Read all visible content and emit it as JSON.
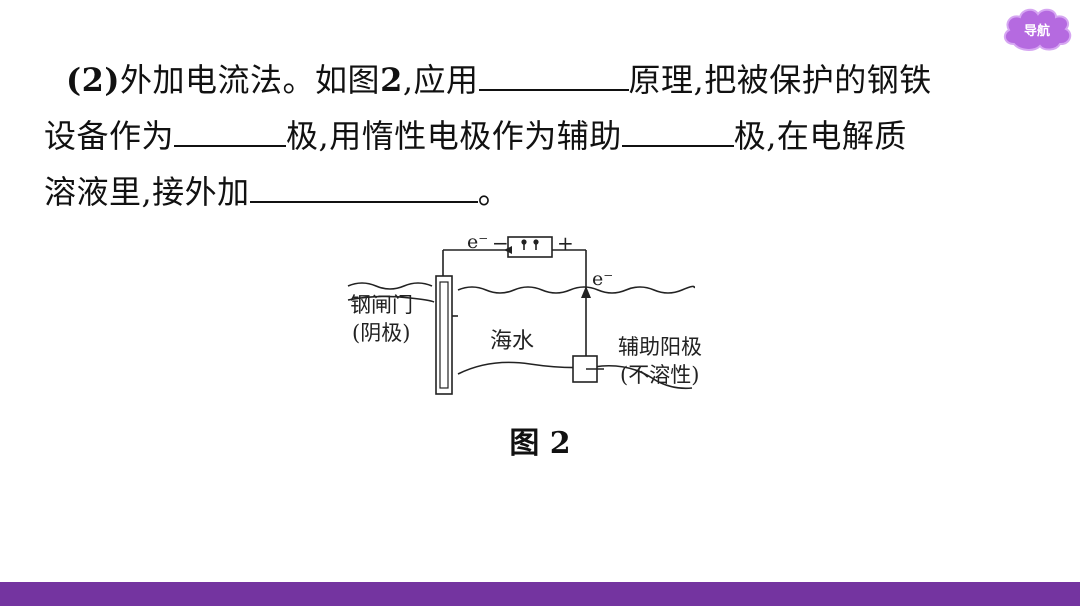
{
  "nav": {
    "label": "导航"
  },
  "question": {
    "line1": {
      "num": "(2)",
      "part1": "外加电流法。如图",
      "fig": "2",
      "part2": ",应用",
      "part3": "原理,把被保护的钢铁"
    },
    "line2": {
      "part1": "设备作为",
      "part2": "极,用惰性电极作为辅助",
      "part3": "极,在电解质"
    },
    "line3": {
      "part1": "溶液里,接外加",
      "part2": "。"
    }
  },
  "diagram": {
    "e_left": "e⁻",
    "minus": "−",
    "plus": "+",
    "e_right": "e⁻",
    "gate_label_1": "钢闸门",
    "gate_label_2": "(阴极)",
    "water_label": "海水",
    "anode_label_1": "辅助阳极",
    "anode_label_2": "(不溶性)"
  },
  "caption": "图 2",
  "colors": {
    "bottom_bar": "#7434a0",
    "nav_cloud": "#b56ae0"
  }
}
